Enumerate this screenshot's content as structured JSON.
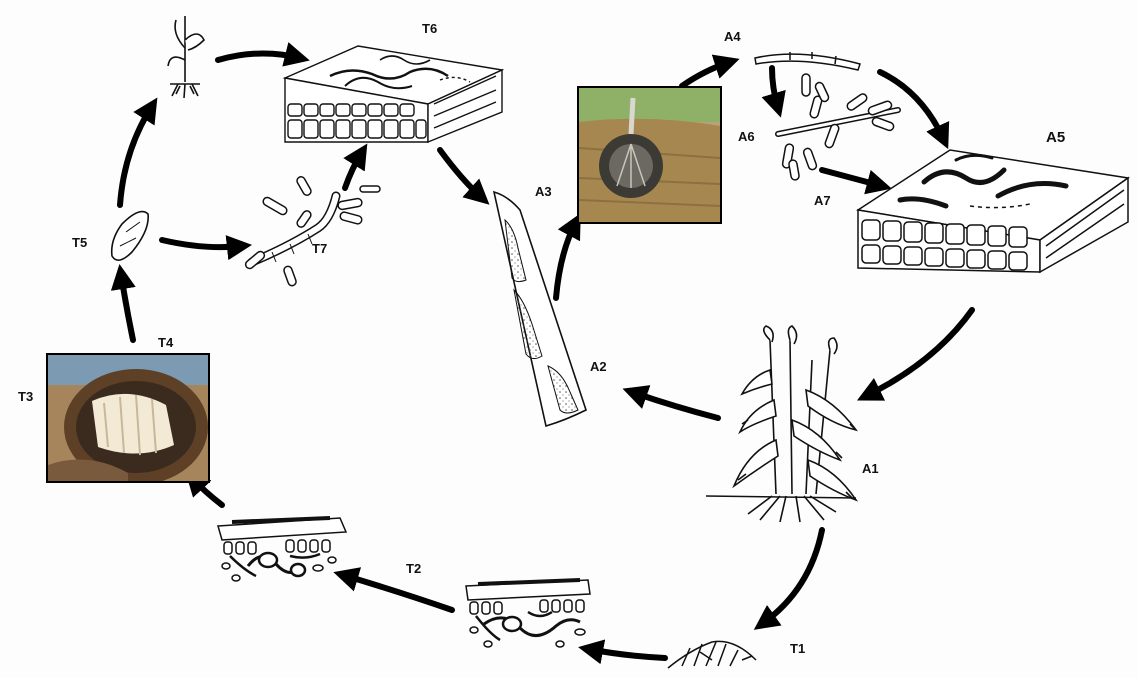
{
  "labels": {
    "T1": "T1",
    "T2": "T2",
    "T3": "T3",
    "T4": "T4",
    "T5": "T5",
    "T6": "T6",
    "T7": "T7",
    "A1": "A1",
    "A2": "A2",
    "A3": "A3",
    "A4": "A4",
    "A5": "A5",
    "A6": "A6",
    "A7": "A7"
  },
  "colors": {
    "ink": "#111111",
    "arrow": "#000000",
    "dots": "#555555",
    "photo_soil": "#a5874f",
    "photo_grain_dark": "#3c3a34",
    "photo_grain_light": "#f3ead6",
    "photo_green": "#8fb067"
  }
}
